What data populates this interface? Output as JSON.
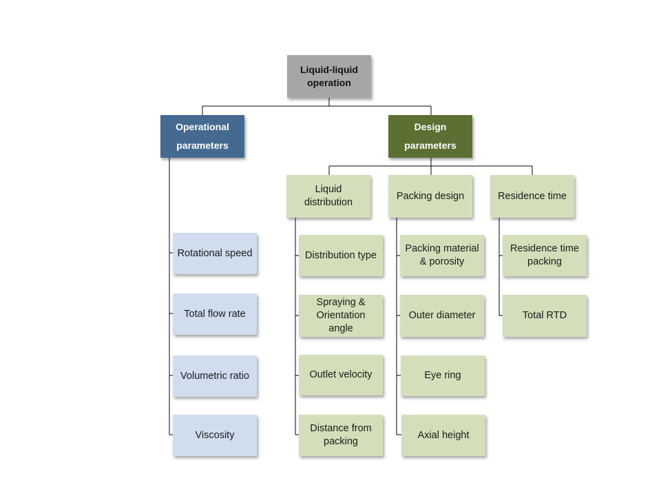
{
  "root": {
    "label": "Liquid-liquid\noperation"
  },
  "operational": {
    "label": "Operational\nparameters",
    "items": [
      "Rotational speed",
      "Total flow rate",
      "Volumetric ratio",
      "Viscosity"
    ]
  },
  "design": {
    "label": "Design\nparameters",
    "groups": [
      {
        "label": "Liquid\ndistribution",
        "items": [
          "Distribution type",
          "Spraying &\nOrientation\nangle",
          "Outlet velocity",
          "Distance from\npacking"
        ]
      },
      {
        "label": "Packing design",
        "items": [
          "Packing material\n& porosity",
          "Outer diameter",
          "Eye ring",
          "Axial height"
        ]
      },
      {
        "label": "Residence  time",
        "items": [
          "Residence time\npacking",
          "Total RTD"
        ]
      }
    ]
  },
  "colors": {
    "root": "#a6a6a6",
    "operational_header": "#456a90",
    "operational_item": "#d0ddef",
    "design_header": "#5c7034",
    "design_item": "#d3dfba",
    "connector": "#000000"
  }
}
